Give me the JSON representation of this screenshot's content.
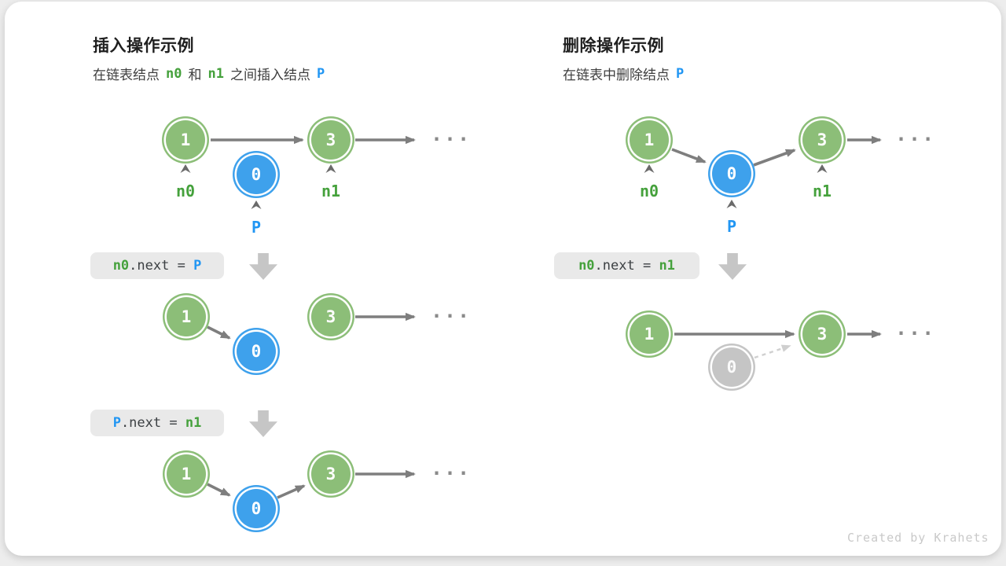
{
  "watermark": "Created by Krahets",
  "ellipsis": "...",
  "values": {
    "one": "1",
    "three": "3",
    "zero": "0"
  },
  "labels": {
    "n0": "n0",
    "n1": "n1",
    "p": "P"
  },
  "insert": {
    "title": "插入操作示例",
    "subtitle": {
      "t1": "在链表结点",
      "t2": "和",
      "t3": "之间插入结点"
    },
    "code1": {
      "a": "n0",
      "mid": ".next = ",
      "b": "P"
    },
    "code2": {
      "a": "P",
      "mid": ".next = ",
      "b": "n1"
    }
  },
  "delete": {
    "title": "删除操作示例",
    "subtitle": {
      "t1": "在链表中删除结点"
    },
    "code1": {
      "a": "n0",
      "mid": ".next = ",
      "b": "n1"
    }
  },
  "colors": {
    "node_green": "#8cbe78",
    "node_blue": "#3ea1ec",
    "node_gray": "#c5c5c5",
    "text_green": "#45a13c",
    "text_blue": "#2196f3",
    "arrow_gray": "#7e7e7e",
    "code_box_bg": "#e9e9e9",
    "block_arrow_gray": "#c6c6c6"
  }
}
